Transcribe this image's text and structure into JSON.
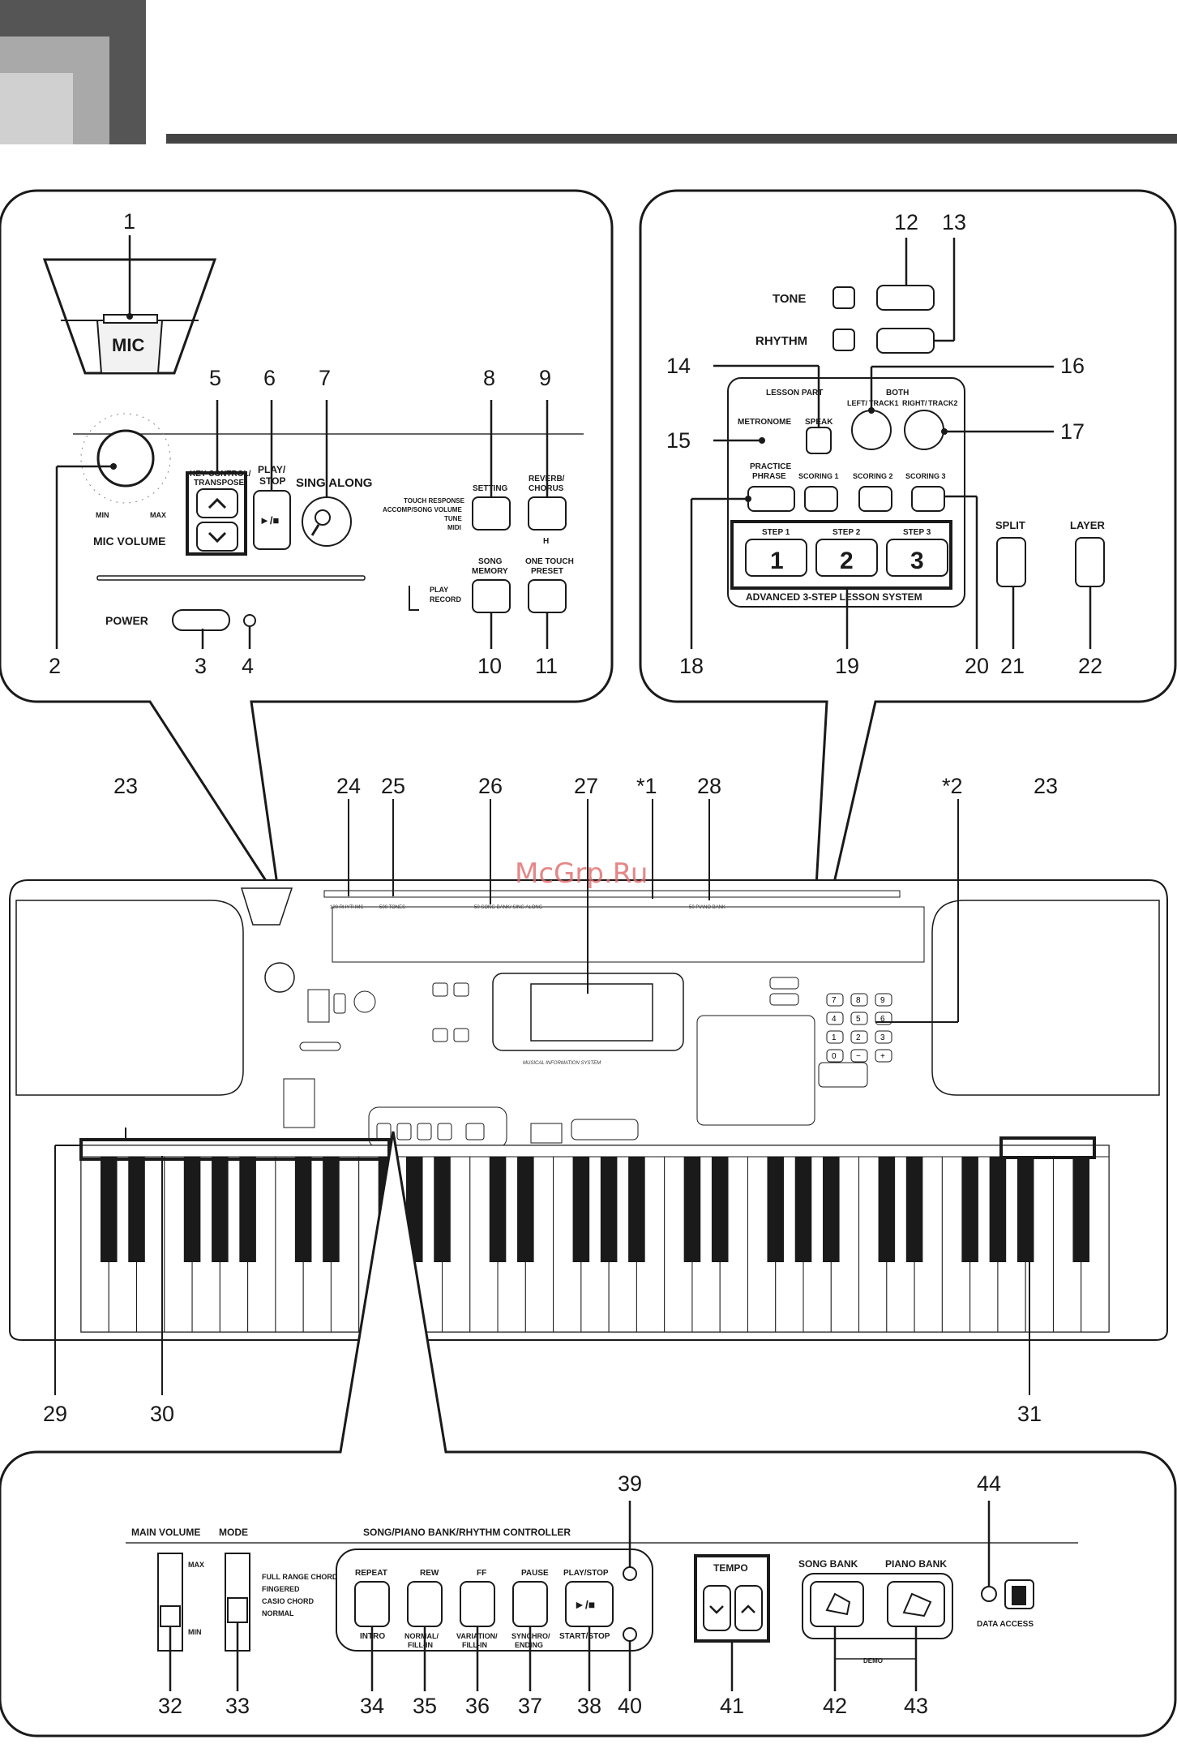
{
  "watermark": "McGrp.Ru",
  "callouts": {
    "n1": "1",
    "n2": "2",
    "n3": "3",
    "n4": "4",
    "n5": "5",
    "n6": "6",
    "n7": "7",
    "n8": "8",
    "n9": "9",
    "n10": "10",
    "n11": "11",
    "n12": "12",
    "n13": "13",
    "n14": "14",
    "n15": "15",
    "n16": "16",
    "n17": "17",
    "n18": "18",
    "n19": "19",
    "n20": "20",
    "n21": "21",
    "n22": "22",
    "n23a": "23",
    "n23b": "23",
    "n24": "24",
    "n25": "25",
    "n26": "26",
    "n27": "27",
    "s1": "*1",
    "n28": "28",
    "s2": "*2",
    "n29": "29",
    "n30": "30",
    "n31": "31",
    "n32": "32",
    "n33": "33",
    "n34": "34",
    "n35": "35",
    "n36": "36",
    "n37": "37",
    "n38": "38",
    "n39": "39",
    "n40": "40",
    "n41": "41",
    "n42": "42",
    "n43": "43",
    "n44": "44"
  },
  "top_left": {
    "mic": "MIC",
    "mic_volume": "MIC VOLUME",
    "min": "MIN",
    "max": "MAX",
    "key_control_1": "KEY CONTROL/",
    "key_control_2": "TRANSPOSE",
    "play_stop_1": "PLAY/",
    "play_stop_2": "STOP",
    "sing_along": "SING ALONG",
    "setting": "SETTING",
    "reverb_1": "REVERB/",
    "reverb_2": "CHORUS",
    "setting_opts_1": "TOUCH RESPONSE",
    "setting_opts_2": "ACCOMP/SONG VOLUME",
    "setting_opts_3": "TUNE",
    "setting_opts_4": "MIDI",
    "song_memory_1": "SONG",
    "song_memory_2": "MEMORY",
    "h_mark": "H",
    "one_touch_1": "ONE TOUCH",
    "one_touch_2": "PRESET",
    "play": "PLAY",
    "record": "RECORD",
    "power": "POWER"
  },
  "top_right": {
    "tone": "TONE",
    "rhythm": "RHYTHM",
    "lesson_part": "LESSON PART",
    "both": "BOTH",
    "left": "LEFT/",
    "track1": "TRACK1",
    "right": "RIGHT/",
    "track2": "TRACK2",
    "metronome": "METRONOME",
    "speak": "SPEAK",
    "practice_1": "PRACTICE",
    "practice_2": "PHRASE",
    "scoring1": "SCORING 1",
    "scoring2": "SCORING 2",
    "scoring3": "SCORING 3",
    "step1": "STEP 1",
    "step2": "STEP 2",
    "step3": "STEP 3",
    "step1_num": "1",
    "step2_num": "2",
    "step3_num": "3",
    "advanced": "ADVANCED 3-STEP LESSON SYSTEM",
    "split": "SPLIT",
    "layer": "LAYER"
  },
  "keyboard": {
    "rhythms": "120 RHYTHMS",
    "tones": "500 TONES",
    "song_bank": "50 SONG BANK/ SING ALONG",
    "piano_bank": "50 PIANO BANK",
    "mis": "MUSICAL INFORMATION SYSTEM",
    "numpad": [
      "7",
      "8",
      "9",
      "4",
      "5",
      "6",
      "1",
      "2",
      "3",
      "0",
      "−",
      "+"
    ]
  },
  "bottom": {
    "main_volume": "MAIN VOLUME",
    "mode": "MODE",
    "max": "MAX",
    "min": "MIN",
    "mode_opts": [
      "FULL RANGE CHORD",
      "FINGERED",
      "CASIO CHORD",
      "NORMAL"
    ],
    "controller": "SONG/PIANO BANK/RHYTHM CONTROLLER",
    "repeat": "REPEAT",
    "rew": "REW",
    "ff": "FF",
    "pause": "PAUSE",
    "play_stop": "PLAY/STOP",
    "intro": "INTRO",
    "normal_fill_1": "NORMAL/",
    "normal_fill_2": "FILL-IN",
    "variation_1": "VARIATION/",
    "variation_2": "FILL-IN",
    "synchro_1": "SYNCHRO/",
    "synchro_2": "ENDING",
    "start_stop": "START/STOP",
    "tempo": "TEMPO",
    "song_bank": "SONG BANK",
    "piano_bank": "PIANO BANK",
    "demo": "DEMO",
    "data_access": "DATA ACCESS"
  }
}
